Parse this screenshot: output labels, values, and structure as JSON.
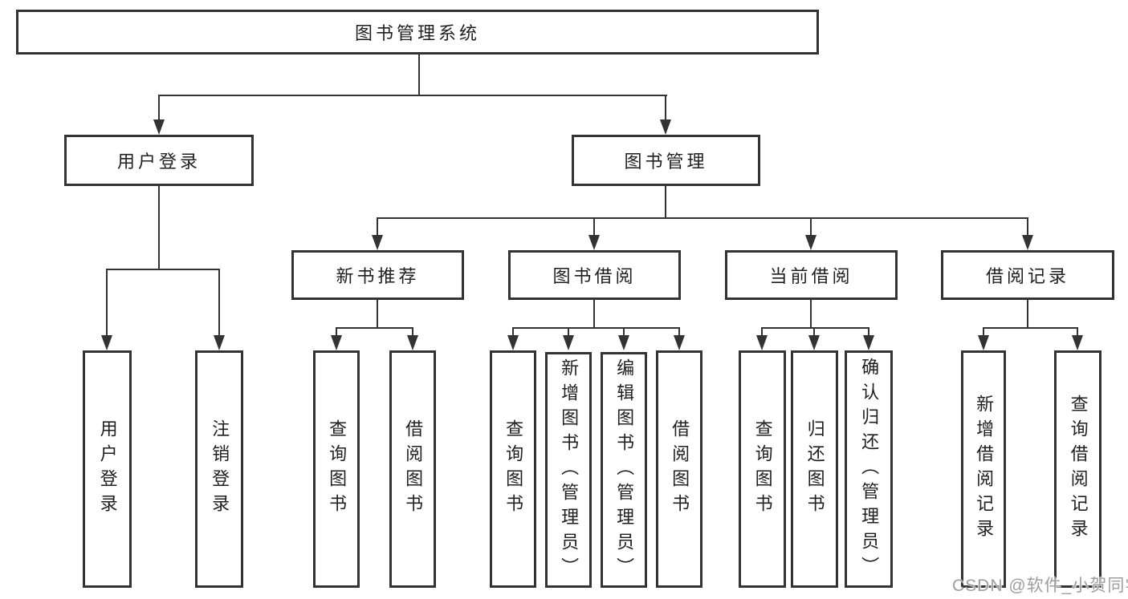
{
  "diagram": {
    "title": "图书管理系统",
    "level2": {
      "user_login": "用户登录",
      "book_management": "图书管理"
    },
    "level3": {
      "new_book_recommend": "新书推荐",
      "book_borrow": "图书借阅",
      "current_borrow": "当前借阅",
      "borrow_records": "借阅记录"
    },
    "leaves": {
      "user_login": "用户登录",
      "logout": "注销登录",
      "nb_query": "查询图书",
      "nb_borrow": "借阅图书",
      "bb_query": "查询图书",
      "bb_add": "新增图书（管理员）",
      "bb_edit": "编辑图书（管理员）",
      "bb_borrow": "借阅图书",
      "cb_query": "查询图书",
      "cb_return": "归还图书",
      "cb_confirm": "确认归还（管理员）",
      "rec_add": "新增借阅记录",
      "rec_query": "查询借阅记录"
    },
    "colors": {
      "line": "#333333",
      "text": "#1f1f1f",
      "wm": "#9e9e9e"
    }
  },
  "watermark": {
    "text": "CSDN @软件_小贺同学"
  }
}
